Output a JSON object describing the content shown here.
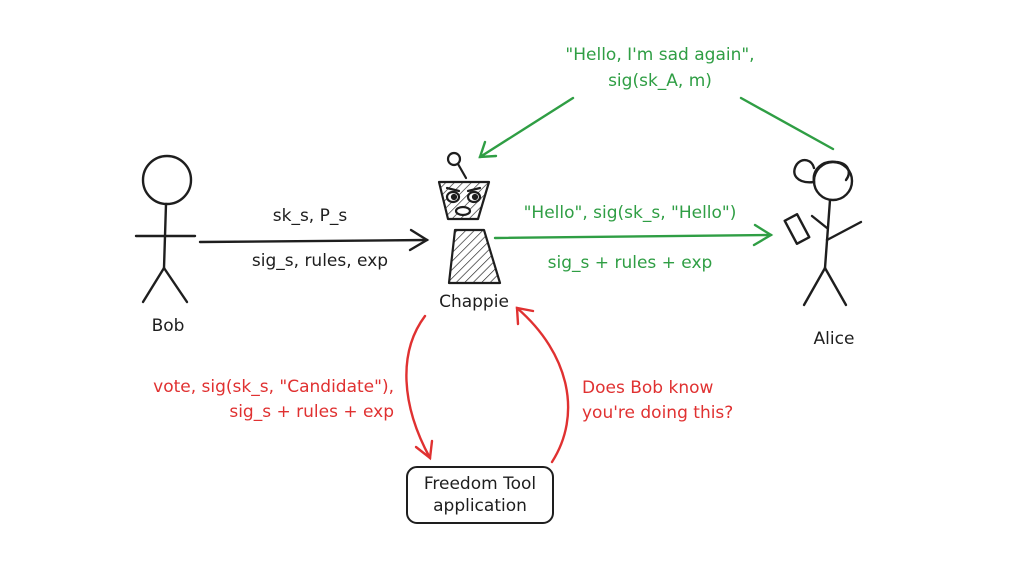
{
  "colors": {
    "black": "#1e1e1e",
    "green": "#2f9e44",
    "red": "#e03131"
  },
  "actors": {
    "bob": "Bob",
    "alice": "Alice",
    "chappie": "Chappie",
    "tool": {
      "line1": "Freedom Tool",
      "line2": "application"
    }
  },
  "edges": {
    "bob_to_chappie": {
      "top": "sk_s, P_s",
      "bottom": "sig_s, rules, exp"
    },
    "chappie_to_alice": {
      "top": "\"Hello\", sig(sk_s, \"Hello\")",
      "bottom": "sig_s + rules + exp"
    },
    "alice_to_chappie": {
      "line1": "\"Hello, I'm sad again\",",
      "line2": "sig(sk_A, m)"
    },
    "chappie_to_tool": {
      "line1": "vote, sig(sk_s, \"Candidate\"),",
      "line2": "sig_s + rules + exp"
    },
    "tool_to_chappie": {
      "line1": "Does Bob know",
      "line2": "you're doing this?"
    }
  }
}
